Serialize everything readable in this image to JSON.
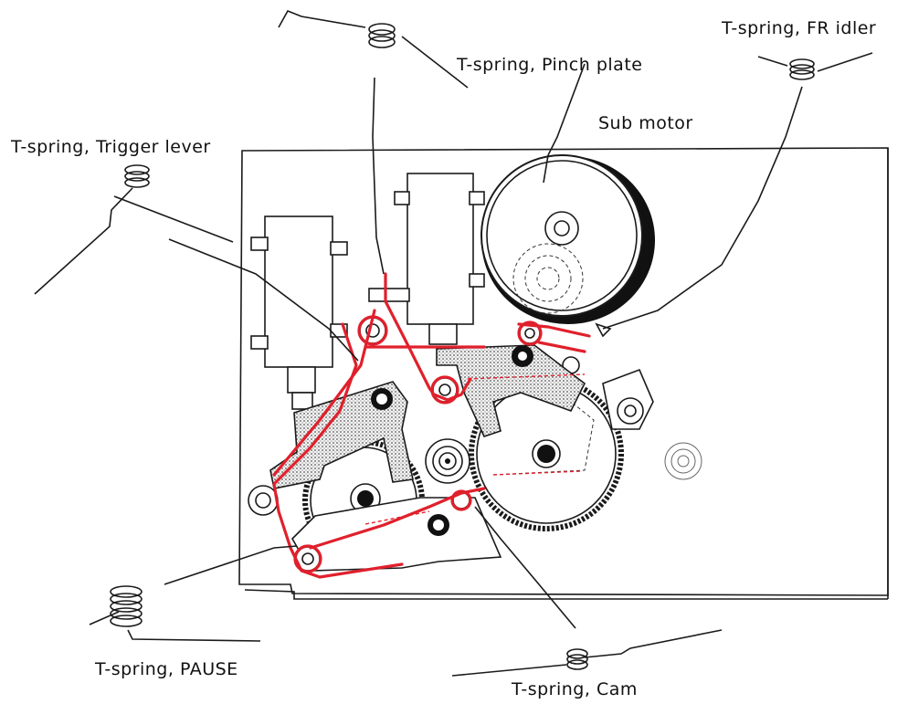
{
  "labels": {
    "pinch_plate": "T-spring, Pinch plate",
    "fr_idler": "T-spring, FR idler",
    "sub_motor": "Sub motor",
    "trigger_lever": "T-spring, Trigger lever",
    "pause": "T-spring, PAUSE",
    "cam": "T-spring, Cam"
  },
  "colors": {
    "spring_highlight": "#e0202c",
    "line_art": "#1a1a1a",
    "background": "#ffffff"
  }
}
